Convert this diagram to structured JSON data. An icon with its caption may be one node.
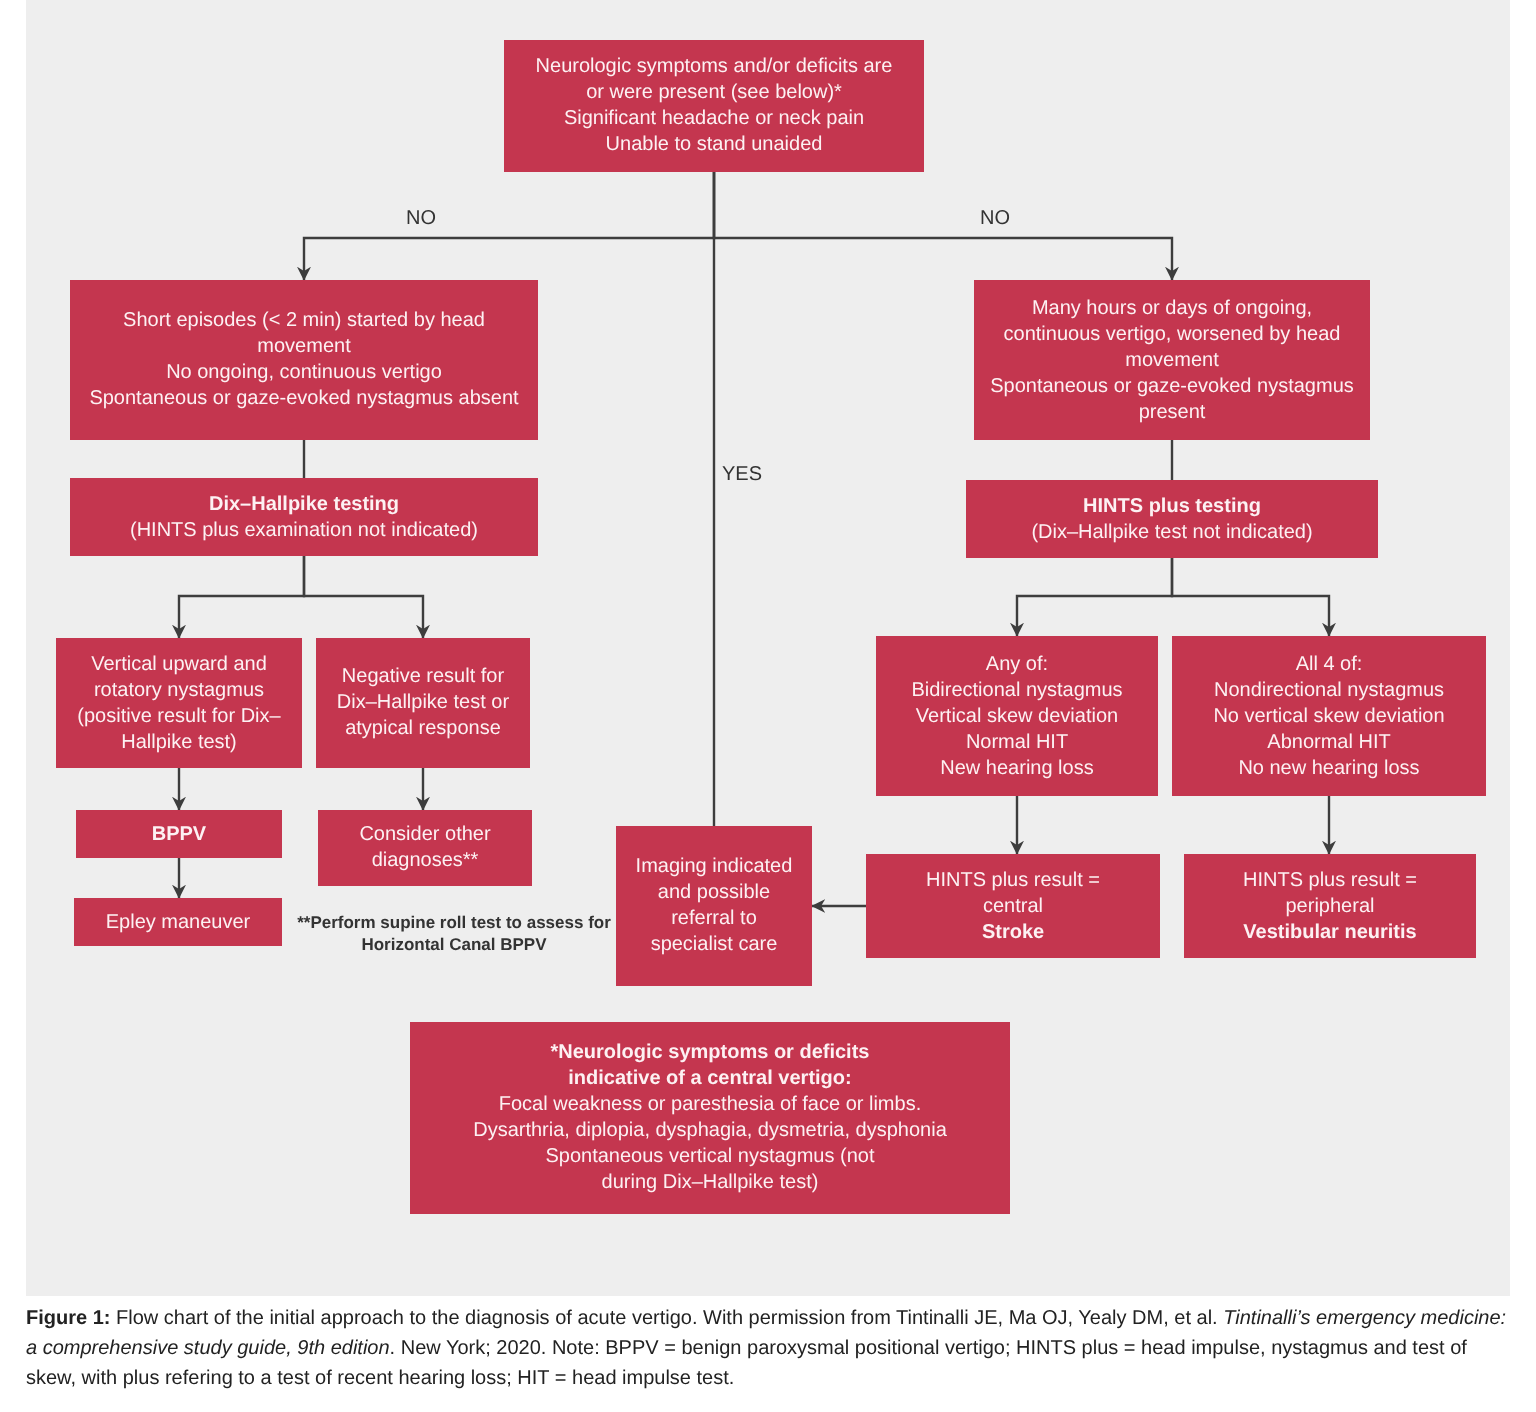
{
  "diagram": {
    "caption": "**Figure 1:** Flow chart of the initial approach to the diagnosis of acute vertigo. With permission from Tintinalli JE, Ma OJ, Yealy DM, et al. *Tintinalli’s emergency medicine: a comprehensive study guide, 9th edition*. New York; 2020. Note: BPPV = benign paroxysmal positional vertigo; HINTS plus = head impulse, nystagmus and test of skew, with plus refering to a test of recent hearing loss; HIT = head impulse test.",
    "nodes": [
      {
        "text": [
          "Neurologic symptoms and/or deficits are or were present (see below)*",
          "Significant headache or neck pain",
          "Unable to stand unaided"
        ]
      },
      {
        "text": [
          "Short episodes (< 2 min) started by head movement",
          "No ongoing, continuous vertigo",
          "Spontaneous or gaze-evoked nystagmus absent"
        ]
      },
      {
        "text": [
          "Dix–Hallpike testing",
          "(HINTS plus examination not indicated)"
        ]
      },
      {
        "text": [
          "Vertical upward and rotatory nystagmus (positive result for Dix–Hallpike test)"
        ]
      },
      {
        "text": [
          "Negative result for Dix–Hallpike test or atypical response"
        ]
      },
      {
        "text": [
          "BPPV"
        ]
      },
      {
        "text": [
          "Consider other diagnoses**"
        ]
      },
      {
        "text": [
          "Epley maneuver"
        ]
      },
      {
        "text": [
          "Many hours or days of ongoing, continuous vertigo, worsened by head movement",
          "Spontaneous or gaze-evoked nystagmus present"
        ]
      },
      {
        "text": [
          "HINTS plus testing",
          "(Dix–Hallpike test not indicated)"
        ]
      },
      {
        "text": [
          "Any of:",
          "Bidirectional nystagmus",
          "Vertical skew deviation",
          "Normal HIT",
          "New hearing loss"
        ]
      },
      {
        "text": [
          "All 4 of:",
          "Nondirectional nystagmus",
          "No vertical skew deviation",
          "Abnormal HIT",
          "No new hearing loss"
        ]
      },
      {
        "text": [
          "Imaging indicated and possible referral to specialist care"
        ]
      },
      {
        "text": [
          "HINTS plus result = central",
          "Stroke"
        ]
      },
      {
        "text": [
          "HINTS plus result = peripheral",
          "Vestibular neuritis"
        ]
      },
      {
        "text": [
          "*Neurologic symptoms or deficits indicative of a central vertigo:",
          "Focal weakness or paresthesia of face or limbs.",
          "Dysarthria, diplopia, dysphagia, dysmetria, dysphonia",
          "Spontaneous vertical nystagmus (not during Dix–Hallpike test)"
        ]
      }
    ],
    "edges": [
      {
        "from": 0,
        "to": 1,
        "arrow": "to",
        "label": "NO"
      },
      {
        "from": 0,
        "to": 8,
        "arrow": "to",
        "label": "NO"
      },
      {
        "from": 0,
        "to": 12,
        "arrow": "none",
        "label": "YES"
      },
      {
        "from": 1,
        "to": 2,
        "arrow": "none"
      },
      {
        "from": 2,
        "to": 3,
        "arrow": "to"
      },
      {
        "from": 2,
        "to": 4,
        "arrow": "to"
      },
      {
        "from": 3,
        "to": 5,
        "arrow": "to"
      },
      {
        "from": 5,
        "to": 7,
        "arrow": "to"
      },
      {
        "from": 4,
        "to": 6,
        "arrow": "to"
      },
      {
        "from": 8,
        "to": 9,
        "arrow": "none"
      },
      {
        "from": 9,
        "to": 10,
        "arrow": "to"
      },
      {
        "from": 9,
        "to": 11,
        "arrow": "to"
      },
      {
        "from": 10,
        "to": 13,
        "arrow": "to"
      },
      {
        "from": 11,
        "to": 14,
        "arrow": "to"
      },
      {
        "from": 13,
        "to": 12,
        "arrow": "to"
      }
    ],
    "labels": [
      "**Perform supine roll test to assess for Horizontal Canal BPPV"
    ]
  }
}
